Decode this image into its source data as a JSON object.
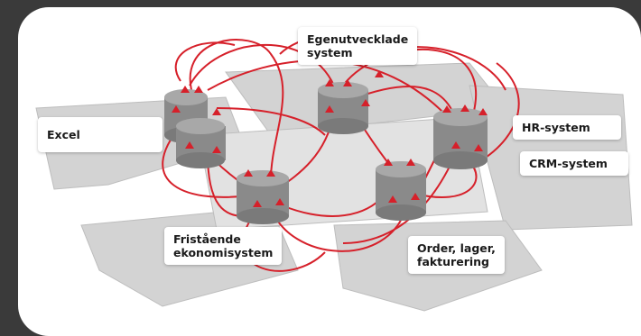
{
  "diagram": {
    "labels": {
      "egenutvecklade": "Egenutvecklade\nsystem",
      "excel": "Excel",
      "hr": "HR-system",
      "crm": "CRM-system",
      "fristaende": "Fristående\nekonomisystem",
      "order": "Order, lager,\nfakturering"
    },
    "colors": {
      "background": "#3a3a3a",
      "panel": "#ffffff",
      "platform": "#d6d6d6",
      "cylinder": "#8a8a8a",
      "connections": "#d6202a"
    }
  }
}
